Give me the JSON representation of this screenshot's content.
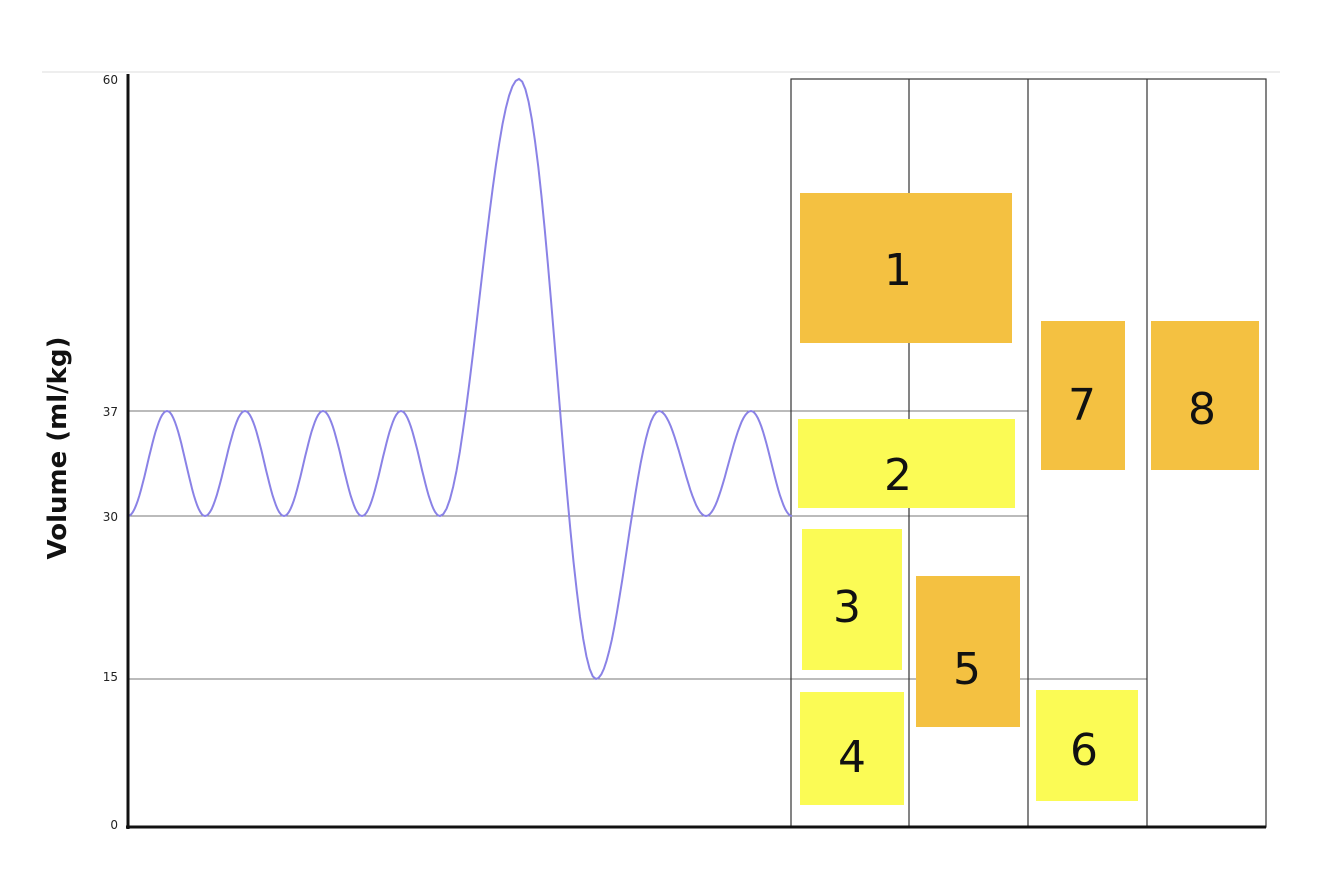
{
  "diagram": {
    "y_axis_label": "Volume (ml/kg)",
    "y_ticks": [
      "60",
      "37",
      "30",
      "15",
      "0"
    ],
    "reference_values": {
      "tidal_high": 37,
      "tidal_low": 30,
      "residual": 15,
      "max": 60,
      "min": 0
    },
    "colors": {
      "wave": "#8a82e6",
      "box_dark": "#f4c141",
      "box_light": "#fbfb55",
      "axis": "#111111",
      "gridline": "#777777"
    },
    "boxes": [
      {
        "label": "1",
        "shade": "dark"
      },
      {
        "label": "2",
        "shade": "light"
      },
      {
        "label": "3",
        "shade": "light"
      },
      {
        "label": "4",
        "shade": "light"
      },
      {
        "label": "5",
        "shade": "dark"
      },
      {
        "label": "6",
        "shade": "light"
      },
      {
        "label": "7",
        "shade": "dark"
      },
      {
        "label": "8",
        "shade": "dark"
      }
    ]
  }
}
